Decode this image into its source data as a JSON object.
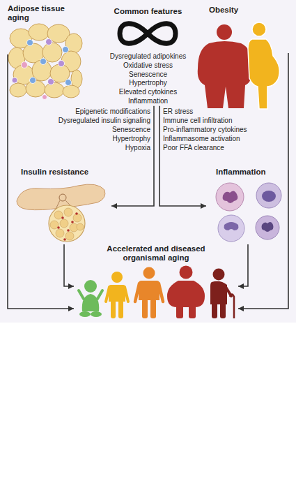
{
  "diagram": {
    "nodes": [
      {
        "text": [
          "Adipose tissue aging"
        ]
      },
      {
        "text": [
          "Common features",
          "Dysregulated adipokines",
          "Oxidative stress",
          "Senescence",
          "Hypertrophy",
          "Elevated cytokines",
          "Inflammation"
        ]
      },
      {
        "text": [
          "Obesity"
        ]
      },
      {
        "text": [
          "Insulin resistance"
        ]
      },
      {
        "text": [
          "Inflammation"
        ]
      },
      {
        "text": [
          "Accelerated and diseased organismal aging"
        ]
      }
    ],
    "edges": [
      {
        "from": 1,
        "to": 3,
        "arrow": "to"
      },
      {
        "from": 1,
        "to": 4,
        "arrow": "to"
      },
      {
        "from": 0,
        "to": 5,
        "arrow": "to"
      },
      {
        "from": 3,
        "to": 5,
        "arrow": "to"
      },
      {
        "from": 4,
        "to": 5,
        "arrow": "to"
      },
      {
        "from": 2,
        "to": 5,
        "arrow": "to"
      }
    ],
    "labels": [
      "Epigenetic modifications",
      "Dysregulated insulin signaling",
      "Senescence",
      "Hypertrophy",
      "Hypoxia",
      "ER stress",
      "Immune cell infiltration",
      "Pro-inflammatory cytokines",
      "Inflammasome activation",
      "Poor FFA clearance"
    ]
  }
}
